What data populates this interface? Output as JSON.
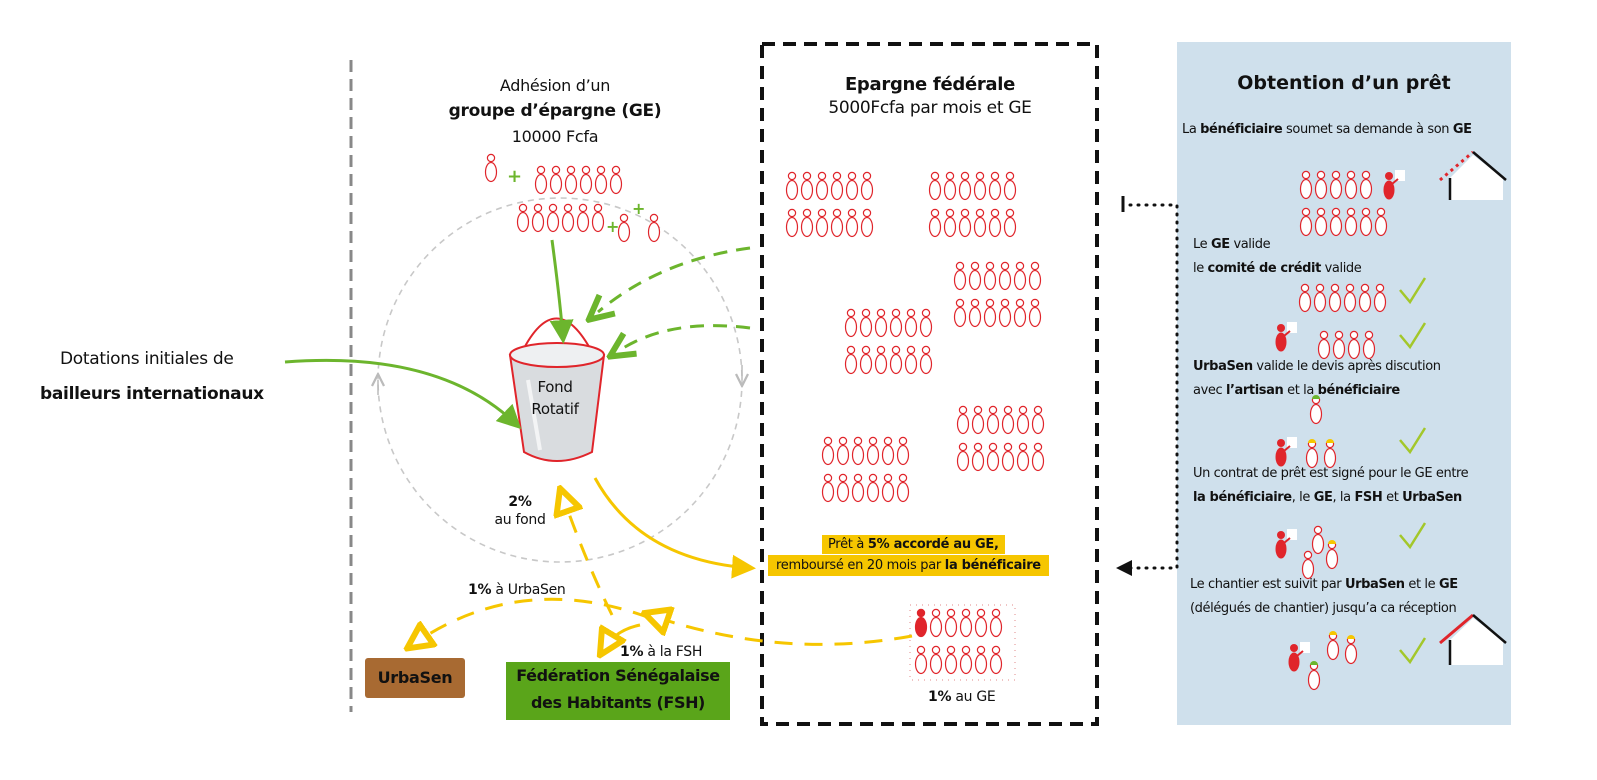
{
  "adhesion": {
    "line1": "Adhésion d’un",
    "line2": "groupe d’épargne (GE)",
    "line3": "10000 Fcfa"
  },
  "bucket": {
    "line1": "Fond",
    "line2": "Rotatif"
  },
  "dotations": {
    "line1": "Dotations initiales de",
    "line2": "bailleurs internationaux"
  },
  "fond_pct": {
    "pct": "2%",
    "label": "au fond"
  },
  "urbasen_pct": {
    "pct": "1%",
    "label": "à UrbaSen"
  },
  "fsh_pct": {
    "pct": "1%",
    "label": "à la FSH"
  },
  "ge_pct": {
    "pct": "1%",
    "label": "au GE"
  },
  "urbasen_box": "UrbaSen",
  "fsh_box": {
    "line1": "Fédération Sénégalaise",
    "line2": "des Habitants (FSH)"
  },
  "epargne": {
    "title": "Epargne fédérale",
    "subtitle": "5000Fcfa par mois et GE"
  },
  "loan_box": {
    "l1a": "Prêt à ",
    "l1b": "5% accordé au GE,",
    "l2a": "remboursé en 20 mois par ",
    "l2b": "la bénéficaire"
  },
  "panel": {
    "title": "Obtention d’un prêt",
    "s1": {
      "a": "La ",
      "b": "bénéficiaire",
      "c": " soumet sa demande à son ",
      "d": "GE"
    },
    "s2": {
      "a": "Le ",
      "b": "GE",
      "c": " valide",
      "d": "le ",
      "e": "comité de crédit",
      "f": " valide"
    },
    "s3": {
      "a": "UrbaSen",
      "b": " valide le devis après discution",
      "c": "avec ",
      "d": "l’artisan",
      "e": " et la ",
      "f": "bénéficiaire"
    },
    "s4": {
      "a": "Un contrat de prêt est signé pour le GE entre",
      "b": "la bénéficiaire",
      "c": ", le ",
      "d": "GE",
      "e": ", la ",
      "f": "FSH",
      "g": " et ",
      "h": "UrbaSen"
    },
    "s5": {
      "a": "Le chantier est suivit par ",
      "b": "UrbaSen",
      "c": " et le ",
      "d": "GE",
      "e": "(délégués de chantier) jusqu’a ca réception"
    }
  },
  "colors": {
    "red": "#e0252b",
    "green": "#6cb52d",
    "yellow": "#f6c600",
    "brown": "#a86a32",
    "fsh_green": "#5aa51a",
    "panel": "#cfe0ec",
    "check": "#a3c72a"
  }
}
